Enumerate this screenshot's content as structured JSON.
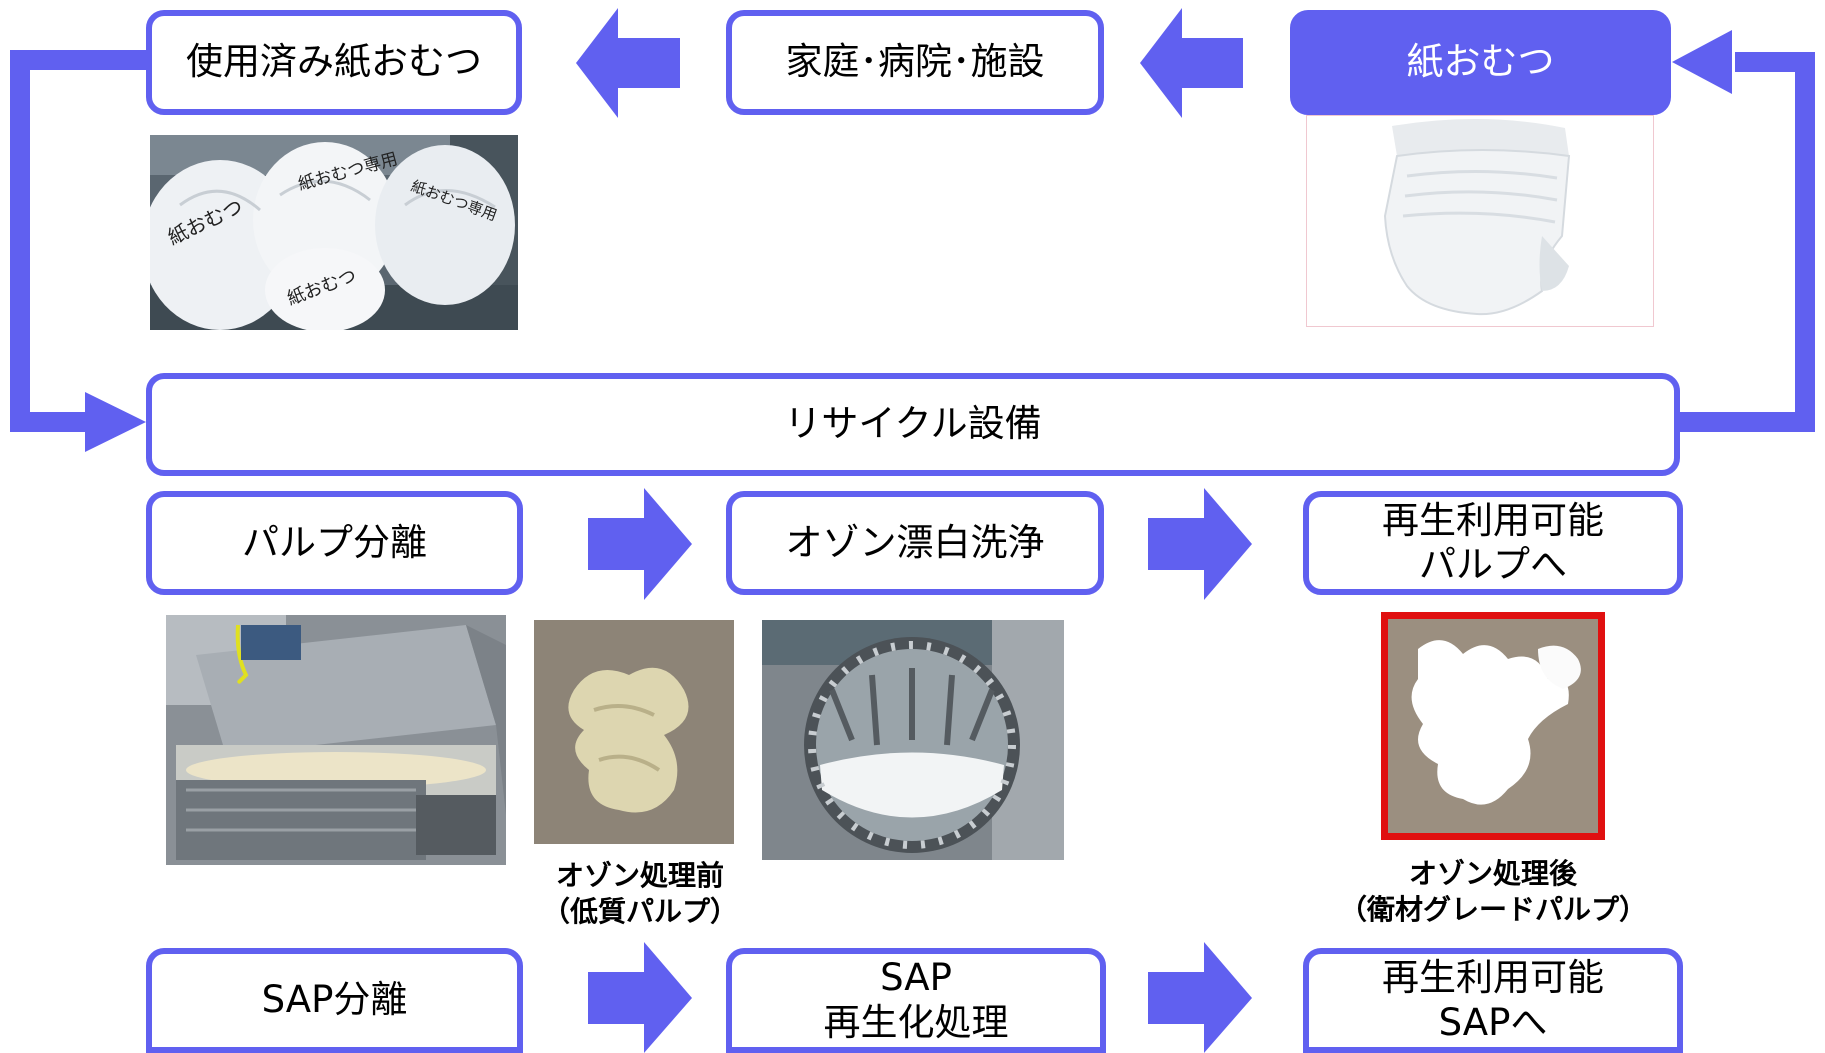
{
  "colors": {
    "accent": "#6060f0",
    "highlight_border": "#e01010"
  },
  "top_row": {
    "used_diapers": "使用済み紙おむつ",
    "homes": "家庭･病院･施設",
    "diapers": "紙おむつ"
  },
  "recycling_facility": "リサイクル設備",
  "pulp_row": {
    "separation": "パルプ分離",
    "ozone": "オゾン漂白洗浄",
    "result_line1": "再生利用可能",
    "result_line2": "パルプへ"
  },
  "sap_row": {
    "separation": "SAP分離",
    "regen_line1": "SAP",
    "regen_line2": "再生化処理",
    "result_line1": "再生利用可能",
    "result_line2": "SAPへ"
  },
  "captions": {
    "before_line1": "オゾン処理前",
    "before_line2": "（低質パルプ）",
    "after_line1": "オゾン処理後",
    "after_line2": "（衛材グレードパルプ）"
  },
  "photo_labels": {
    "bag_text_1": "紙おむつ専用",
    "bag_text_2": "紙おむつ専用"
  },
  "icons": [
    "arrow-left-icon",
    "arrow-right-icon",
    "loop-arrow"
  ]
}
